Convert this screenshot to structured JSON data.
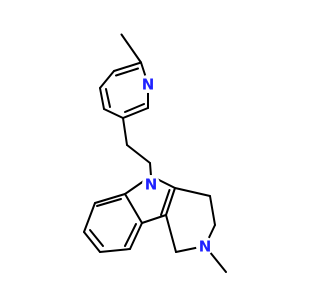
{
  "colors": {
    "background": "#ffffff",
    "bond": "#000000",
    "nitrogen": "#1f22ff"
  },
  "atoms": {
    "pyridine_n": {
      "label": "N",
      "color": "#1f22ff"
    },
    "indole_n": {
      "label": "N",
      "color": "#1f22ff"
    },
    "piperidine_n": {
      "label": "N",
      "color": "#1f22ff"
    }
  }
}
